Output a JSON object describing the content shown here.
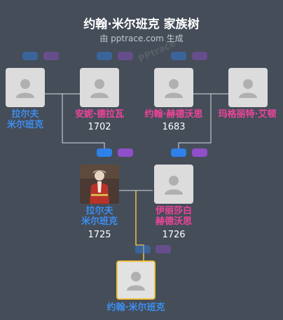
{
  "header": {
    "title": "约翰·米尔班克 家族树",
    "subtitle": "由 pptrace.com 生成",
    "watermark": "PPtrace"
  },
  "people": {
    "p1": {
      "name_line1": "拉尔夫",
      "name_line2": "米尔班克",
      "year": ""
    },
    "p2": {
      "name_line1": "安妮·德拉瓦",
      "name_line2": "",
      "year": "1702"
    },
    "p3": {
      "name_line1": "约翰·赫德沃思",
      "name_line2": "",
      "year": "1683"
    },
    "p4": {
      "name_line1": "玛格丽特·艾顿",
      "name_line2": "",
      "year": ""
    },
    "p5": {
      "name_line1": "拉尔夫",
      "name_line2": "米尔班克",
      "year": "1725"
    },
    "p6": {
      "name_line1": "伊丽莎白",
      "name_line2": "赫德沃思",
      "year": "1726"
    },
    "p7": {
      "name_line1": "约翰·米尔班克",
      "name_line2": "",
      "year": ""
    }
  },
  "colors": {
    "background": "#454d59",
    "male": "#3d8ef0",
    "female": "#f0449c",
    "focus_border": "#f0c040",
    "connector": "#d8dde3",
    "focus_connector": "#f0c040"
  },
  "icons": {
    "placeholder": "person-silhouette-icon",
    "marker_blue": "male-marker",
    "marker_purple": "female-marker"
  }
}
